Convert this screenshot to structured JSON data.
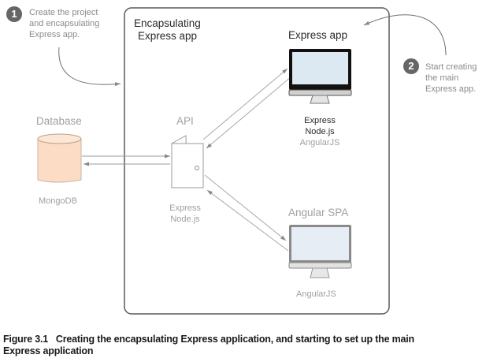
{
  "steps": [
    {
      "number": "1",
      "lines": [
        "Create the project",
        "and encapsulating",
        "Express app."
      ]
    },
    {
      "number": "2",
      "lines": [
        "Start creating",
        "the main",
        "Express app."
      ]
    }
  ],
  "container": {
    "title_lines": [
      "Encapsulating",
      "Express app"
    ]
  },
  "database": {
    "title": "Database",
    "tech": "MongoDB",
    "fill_color": "#fcdcc4"
  },
  "api": {
    "title": "API",
    "tech_lines": [
      "Express",
      "Node.js"
    ]
  },
  "express_app": {
    "title": "Express app",
    "tech_lines": [
      "Express",
      "Node.js"
    ],
    "tech_muted": "AngularJS",
    "screen_color": "#dce9f3"
  },
  "angular_spa": {
    "title": "Angular SPA",
    "tech": "AngularJS",
    "screen_color": "#e6edf5"
  },
  "caption": {
    "label": "Figure 3.1",
    "line1": "Creating the encapsulating Express application, and starting to set up the main",
    "line2": "Express application"
  }
}
